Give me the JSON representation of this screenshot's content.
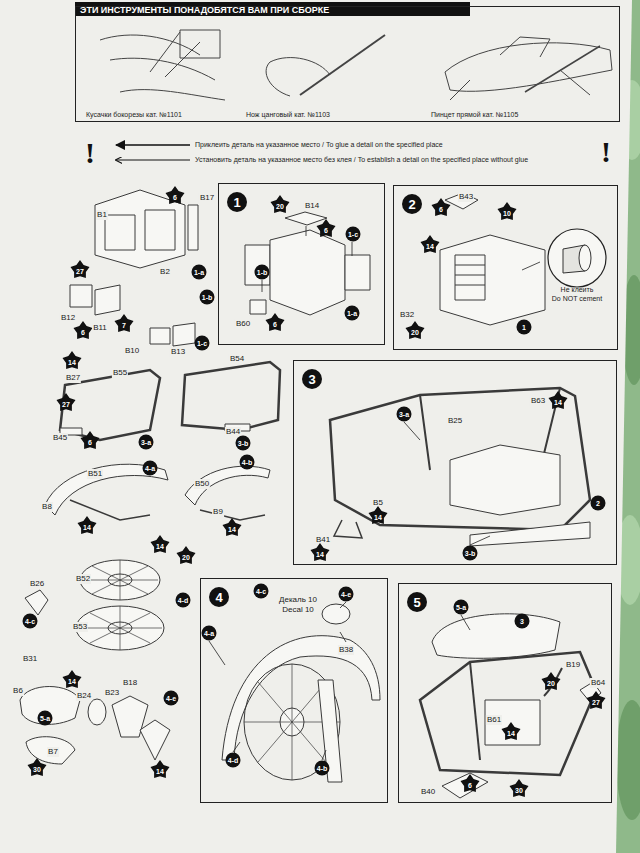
{
  "diagram": {
    "title": "ЭТИ ИНСТРУМЕНТЫ ПОНАДОБЯТСЯ ВАМ ПРИ СБОРКЕ",
    "nodes": [
      {
        "text": [
          "Кусачки бокорезы кат. №1101",
          "Нож цанговый кат. №1103",
          "Пинцет прямой кат. №1105"
        ]
      },
      {
        "text": [
          "1"
        ]
      },
      {
        "text": [
          "2"
        ]
      },
      {
        "text": [
          "Не клеить",
          "Do NOT cement"
        ],
        "in": 2
      },
      {
        "text": [
          "3"
        ]
      },
      {
        "text": [
          "4"
        ]
      },
      {
        "text": [
          "5"
        ]
      }
    ],
    "labels": [
      "!",
      "!",
      "6",
      "B17",
      "B1",
      "B2",
      "1-a",
      "27",
      "1-b",
      "B12",
      "6",
      "B11",
      "7",
      "B10",
      "B13",
      "1-c",
      "20",
      "B14",
      "6",
      "1-c",
      "1-b",
      "1-a",
      "B60",
      "6",
      "6",
      "B43",
      "10",
      "14",
      "B32",
      "20",
      "1",
      "14",
      "B27",
      "B55",
      "27",
      "B45",
      "6",
      "3-a",
      "B54",
      "B44",
      "3-b",
      "3-a",
      "B25",
      "B63",
      "14",
      "2",
      "B5",
      "14",
      "B41",
      "14",
      "3-b",
      "B51",
      "B8",
      "14",
      "4-a",
      "B50",
      "B9",
      "14",
      "4-b",
      "14",
      "20",
      "B52",
      "B53",
      "4-d",
      "B26",
      "4-c",
      "B31",
      "14",
      "B6",
      "5-a",
      "B7",
      "B24",
      "B23",
      "B18",
      "4-e",
      "30",
      "14",
      "4-c",
      "Декаль 10",
      "Decal 10",
      "4-e",
      "B38",
      "4-a",
      "4-d",
      "4-b",
      "5-a",
      "3",
      "B19",
      "20",
      "B64",
      "27",
      "B61",
      "14",
      "6",
      "B40",
      "30"
    ],
    "legend": [
      {
        "text": "Приклеить деталь на указанное место / To glue a detail on the specified place"
      },
      {
        "text": "Установить деталь на указанное место без клея / To establish a detail on the specified place without glue"
      }
    ]
  }
}
